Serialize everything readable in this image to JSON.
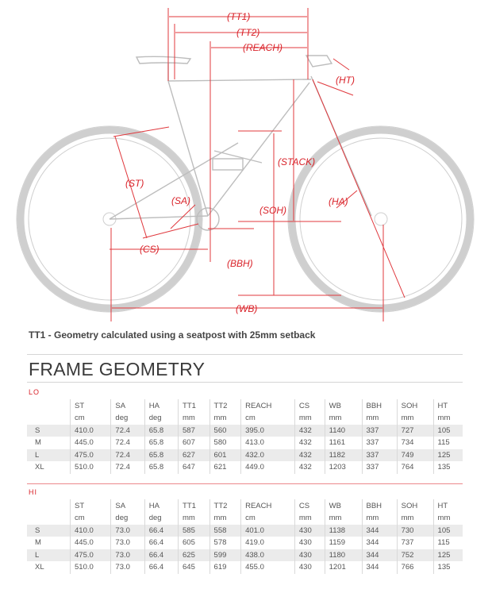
{
  "diagram": {
    "labels": {
      "tt1": "(TT1)",
      "tt2": "(TT2)",
      "reach": "(REACH)",
      "ht": "(HT)",
      "st": "(ST)",
      "stack": "(STACK)",
      "sa": "(SA)",
      "soh": "(SOH)",
      "ha": "(HA)",
      "cs": "(CS)",
      "bbh": "(BBH)",
      "wb": "(WB)"
    }
  },
  "note": "TT1 - Geometry calculated using a seatpost with 25mm setback",
  "title": "FRAME GEOMETRY",
  "columns": [
    "ST",
    "SA",
    "HA",
    "TT1",
    "TT2",
    "REACH",
    "CS",
    "WB",
    "BBH",
    "SOH",
    "HT"
  ],
  "units": [
    "cm",
    "deg",
    "deg",
    "mm",
    "mm",
    "cm",
    "mm",
    "mm",
    "mm",
    "mm",
    "mm"
  ],
  "tables": [
    {
      "label": "LO",
      "rows": [
        {
          "size": "S",
          "values": [
            "410.0",
            "72.4",
            "65.8",
            "587",
            "560",
            "395.0",
            "432",
            "1140",
            "337",
            "727",
            "105"
          ]
        },
        {
          "size": "M",
          "values": [
            "445.0",
            "72.4",
            "65.8",
            "607",
            "580",
            "413.0",
            "432",
            "1161",
            "337",
            "734",
            "115"
          ]
        },
        {
          "size": "L",
          "values": [
            "475.0",
            "72.4",
            "65.8",
            "627",
            "601",
            "432.0",
            "432",
            "1182",
            "337",
            "749",
            "125"
          ]
        },
        {
          "size": "XL",
          "values": [
            "510.0",
            "72.4",
            "65.8",
            "647",
            "621",
            "449.0",
            "432",
            "1203",
            "337",
            "764",
            "135"
          ]
        }
      ]
    },
    {
      "label": "HI",
      "rows": [
        {
          "size": "S",
          "values": [
            "410.0",
            "73.0",
            "66.4",
            "585",
            "558",
            "401.0",
            "430",
            "1138",
            "344",
            "730",
            "105"
          ]
        },
        {
          "size": "M",
          "values": [
            "445.0",
            "73.0",
            "66.4",
            "605",
            "578",
            "419.0",
            "430",
            "1159",
            "344",
            "737",
            "115"
          ]
        },
        {
          "size": "L",
          "values": [
            "475.0",
            "73.0",
            "66.4",
            "625",
            "599",
            "438.0",
            "430",
            "1180",
            "344",
            "752",
            "125"
          ]
        },
        {
          "size": "XL",
          "values": [
            "510.0",
            "73.0",
            "66.4",
            "645",
            "619",
            "455.0",
            "430",
            "1201",
            "344",
            "766",
            "135"
          ]
        }
      ]
    }
  ]
}
